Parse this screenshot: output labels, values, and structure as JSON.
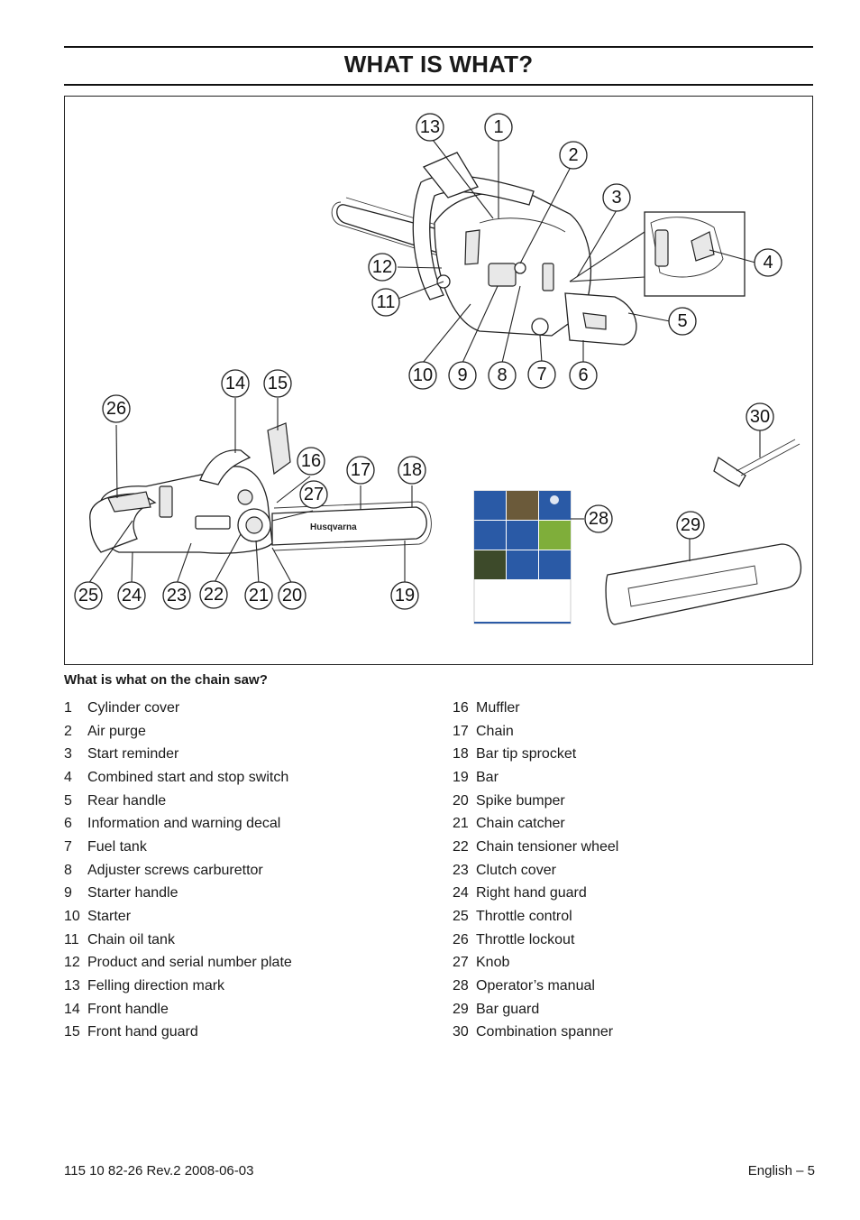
{
  "page_title": "WHAT IS WHAT?",
  "caption": "What is what on the chain saw?",
  "figure": {
    "callouts": [
      "1",
      "2",
      "3",
      "4",
      "5",
      "6",
      "7",
      "8",
      "9",
      "10",
      "11",
      "12",
      "13",
      "14",
      "15",
      "16",
      "17",
      "18",
      "19",
      "20",
      "21",
      "22",
      "23",
      "24",
      "25",
      "26",
      "27",
      "28",
      "29",
      "30"
    ],
    "saw_brand": "Husqvarna"
  },
  "items_left": [
    {
      "num": "1",
      "label": "Cylinder cover"
    },
    {
      "num": "2",
      "label": "Air purge"
    },
    {
      "num": "3",
      "label": "Start reminder"
    },
    {
      "num": "4",
      "label": "Combined start and stop switch"
    },
    {
      "num": "5",
      "label": "Rear handle"
    },
    {
      "num": "6",
      "label": "Information and warning decal"
    },
    {
      "num": "7",
      "label": "Fuel tank"
    },
    {
      "num": "8",
      "label": "Adjuster screws carburettor"
    },
    {
      "num": "9",
      "label": "Starter handle"
    },
    {
      "num": "10",
      "label": "Starter"
    },
    {
      "num": "11",
      "label": "Chain oil tank"
    },
    {
      "num": "12",
      "label": "Product and serial number plate"
    },
    {
      "num": "13",
      "label": "Felling direction mark"
    },
    {
      "num": "14",
      "label": "Front handle"
    },
    {
      "num": "15",
      "label": "Front hand guard"
    }
  ],
  "items_right": [
    {
      "num": "16",
      "label": "Muffler"
    },
    {
      "num": "17",
      "label": "Chain"
    },
    {
      "num": "18",
      "label": "Bar tip sprocket"
    },
    {
      "num": "19",
      "label": "Bar"
    },
    {
      "num": "20",
      "label": "Spike bumper"
    },
    {
      "num": "21",
      "label": "Chain catcher"
    },
    {
      "num": "22",
      "label": "Chain tensioner wheel"
    },
    {
      "num": "23",
      "label": "Clutch cover"
    },
    {
      "num": "24",
      "label": "Right hand guard"
    },
    {
      "num": "25",
      "label": "Throttle control"
    },
    {
      "num": "26",
      "label": "Throttle lockout"
    },
    {
      "num": "27",
      "label": "Knob"
    },
    {
      "num": "28",
      "label": "Operator’s manual"
    },
    {
      "num": "29",
      "label": "Bar guard"
    },
    {
      "num": "30",
      "label": "Combination spanner"
    }
  ],
  "footer": {
    "doc_ref": "115 10 82-26 Rev.2 2008-06-03",
    "page": "English – 5"
  },
  "colors": {
    "manual_blue": "#2a5aa6",
    "manual_green": "#7fae3a",
    "ink": "#1a1a1a"
  }
}
